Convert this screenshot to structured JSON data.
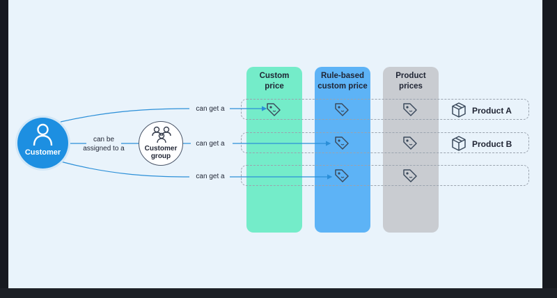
{
  "nodes": {
    "customer": "Customer",
    "customer_group": "Customer\ngroup"
  },
  "edges": {
    "assigned": "can be\nassigned to a",
    "can_get_top": "can get a",
    "can_get_middle": "can get a",
    "can_get_bottom": "can get a"
  },
  "columns": [
    {
      "title": "Custom\nprice",
      "color": "#74ecc9"
    },
    {
      "title": "Rule-based\ncustom price",
      "color": "#5db3f6"
    },
    {
      "title": "Product\nprices",
      "color": "#c9ccd1"
    }
  ],
  "products": [
    {
      "label": "Product A",
      "icon": "box-icon"
    },
    {
      "label": "Product B",
      "icon": "box-icon"
    }
  ],
  "icons": {
    "customer": "person-icon",
    "group": "people-group-icon",
    "price": "price-tag-icon"
  },
  "colors": {
    "customer_fill": "#1d8fe1",
    "connector": "#2b8fd8",
    "dashed_border": "#9aa3ae"
  }
}
